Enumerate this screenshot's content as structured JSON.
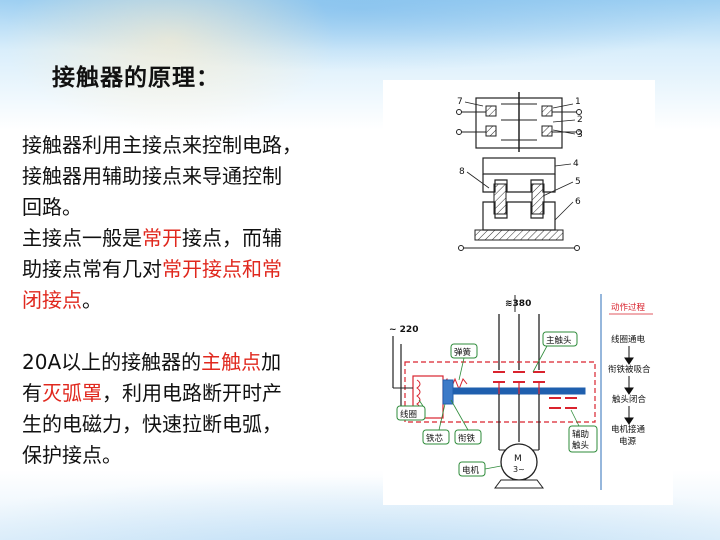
{
  "title": "接触器的原理：",
  "paragraphs": [
    {
      "line1": "接触器利用主接点来控制电路，",
      "line2": "接触器用辅助接点来导通控制",
      "line3": "回路。"
    },
    {
      "line1_pre": "主接点一般是",
      "line1_red": "常开",
      "line1_post": "接点，而辅",
      "line2_pre": "助接点常有几对",
      "line2_red": "常开接点和常",
      "line3_red": "闭接点",
      "line3_post": "。"
    },
    {
      "line1_pre": "20A以上的接触器的",
      "line1_red": "主触点",
      "line1_post": "加",
      "line2_pre": "有",
      "line2_red": "灭弧罩",
      "line2_post": "，利用电路断开时产",
      "line3": "生的电磁力，快速拉断电弧，",
      "line4": "保护接点。"
    }
  ],
  "diagram1": {
    "labels": [
      "7",
      "1",
      "2",
      "3",
      "8",
      "4",
      "5",
      "6"
    ]
  },
  "diagram2": {
    "voltage_top": "≋380",
    "voltage_left": "~ 220",
    "spring": "弹簧",
    "main_contact": "主触头",
    "coil": "线圈",
    "iron_core": "铁芯",
    "armature": "衔铁",
    "aux_contact_1": "辅助",
    "aux_contact_2": "触头",
    "motor_label": "电机",
    "motor_m": "M",
    "motor_phase": "3~",
    "process_title": "动作过程",
    "steps": [
      "线圈通电",
      "衔铁被吸合",
      "触头闭合",
      "电机接通",
      "电源"
    ]
  },
  "colors": {
    "accent_red": "#e0281e",
    "diagram_red": "#d9232e",
    "diagram_blue": "#1f5fae",
    "label_green": "#2e8b3a"
  }
}
